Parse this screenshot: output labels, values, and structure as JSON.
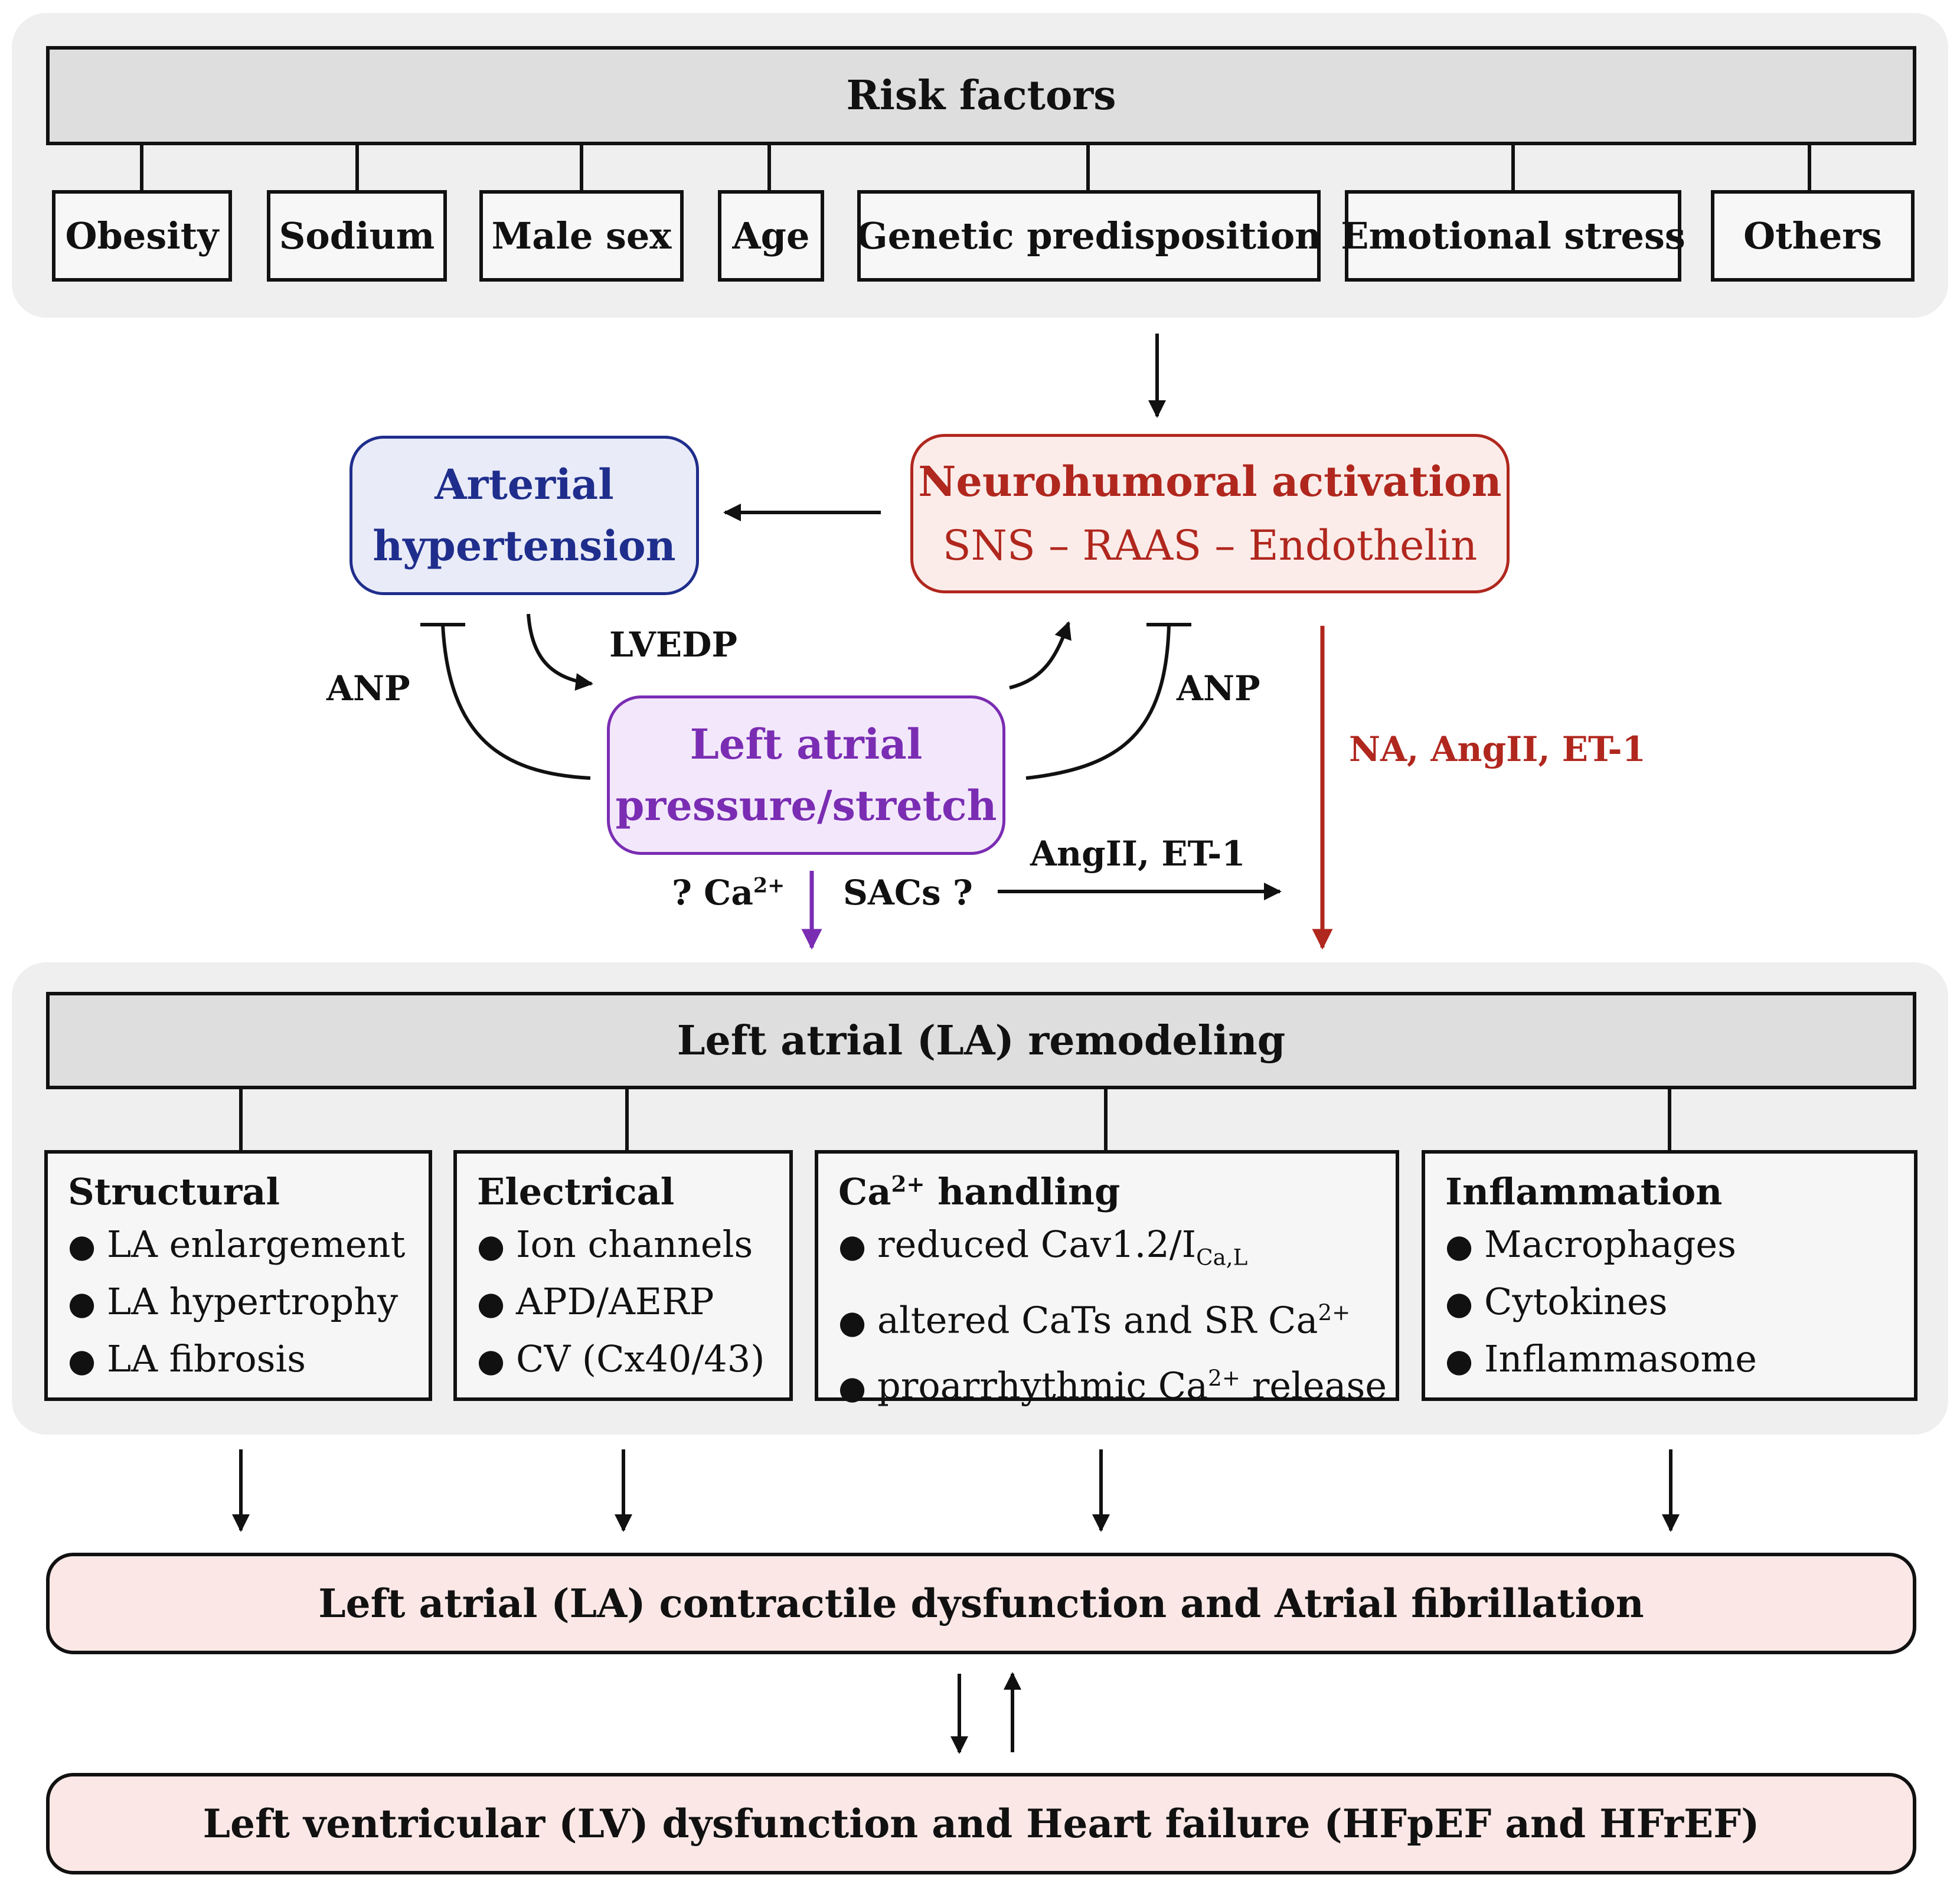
{
  "risk_factors": {
    "title": "Risk factors",
    "items": [
      "Obesity",
      "Sodium",
      "Male sex",
      "Age",
      "Genetic predisposition",
      "Emotional stress",
      "Others"
    ]
  },
  "nodes": {
    "hypertension": {
      "line1": "Arterial",
      "line2": "hypertension"
    },
    "neurohumoral": {
      "line1": "Neurohumoral activation",
      "line2": "SNS – RAAS – Endothelin"
    },
    "left_atrial": {
      "line1": "Left atrial",
      "line2": "pressure/stretch"
    }
  },
  "edge_labels": {
    "lvedp": "LVEDP",
    "anp_left": "ANP",
    "anp_right": "ANP",
    "na_angii_et1": "NA, AngII, ET-1",
    "angii_et1": "AngII, ET-1",
    "ca_prefix": "? Ca",
    "ca_sup": "2+",
    "sacs": "SACs ?"
  },
  "remodeling": {
    "title": "Left atrial (LA) remodeling",
    "structural": {
      "title": "Structural",
      "items": [
        "LA enlargement",
        "LA hypertrophy",
        "LA fibrosis"
      ]
    },
    "electrical": {
      "title": "Electrical",
      "items": [
        "Ion channels",
        "APD/AERP",
        "CV (Cx40/43)"
      ]
    },
    "ca_handling": {
      "title_base": "Ca",
      "title_sup": "2+",
      "title_rest": " handling",
      "item1_text": "reduced Cav1.2/I",
      "item1_sub": "Ca,L",
      "item2_text": "altered CaTs and SR Ca",
      "item2_sup": "2+",
      "item3_text": "proarrhythmic Ca",
      "item3_sup": "2+",
      "item3_rest": " release"
    },
    "inflammation": {
      "title": "Inflammation",
      "items": [
        "Macrophages",
        "Cytokines",
        "Inflammasome"
      ]
    }
  },
  "outcomes": {
    "la_dysfunction": "Left atrial (LA) contractile dysfunction and Atrial fibrillation",
    "lv_dysfunction": "Left ventricular (LV) dysfunction and Heart failure (HFpEF and HFrEF)"
  },
  "colors": {
    "hypertension_text": "#1f2e8c",
    "hypertension_fill": "#e9ebf8",
    "neurohumoral_text": "#b0271e",
    "neurohumoral_fill": "#fbece9",
    "left_atrial_text": "#7a2db3",
    "left_atrial_fill": "#f3e8fb",
    "outcome_fill": "#fbe8e6"
  }
}
